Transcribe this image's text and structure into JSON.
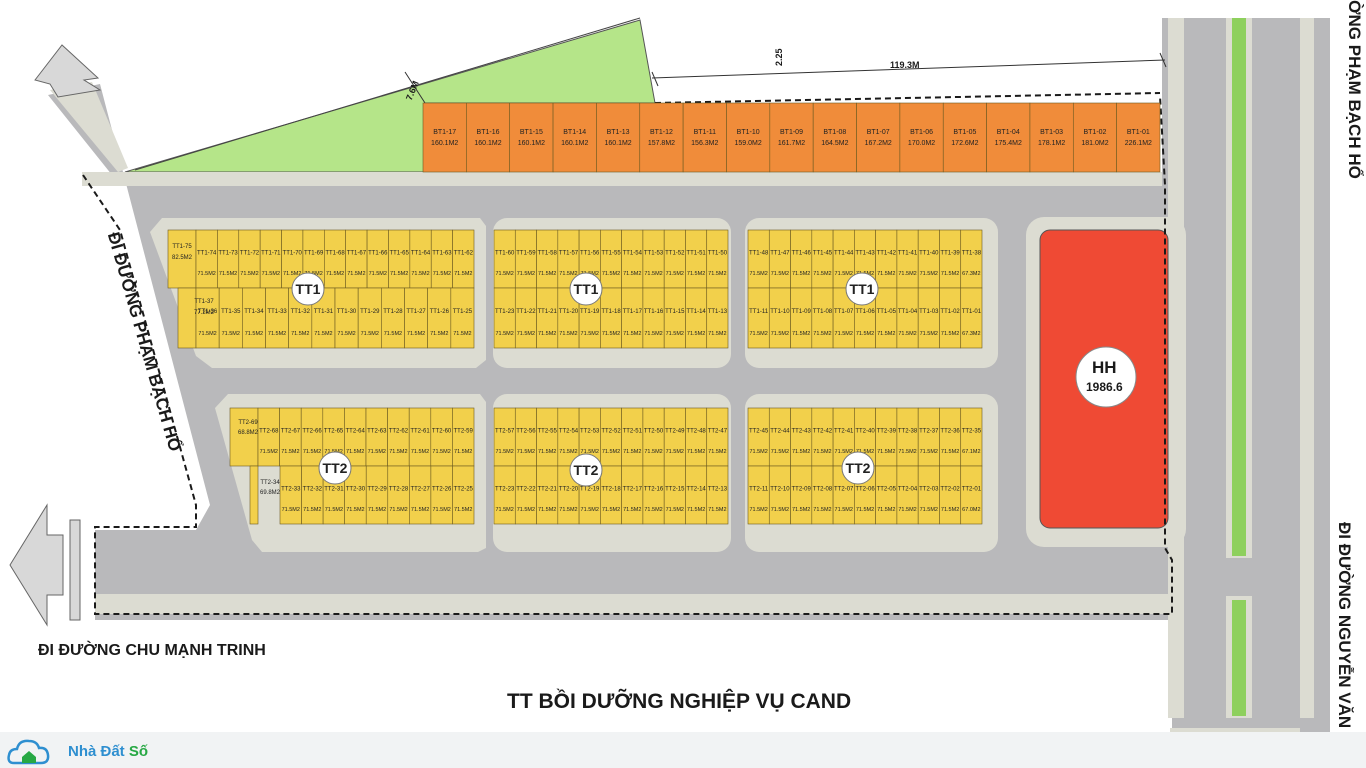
{
  "map": {
    "top_measure": "119.3M",
    "top_sub_measure": "2.25",
    "left_measure": "7.6M",
    "hh": {
      "code": "HH",
      "area": "1986.6"
    },
    "zone_labels": [
      "TT1",
      "TT1",
      "TT1",
      "TT2",
      "TT2",
      "TT2"
    ],
    "streets": {
      "top_right": "ỜNG PHẠM BẠCH HỔ",
      "left": "ĐI ĐƯỜNG PHẠM BẠCH HỔ",
      "bottom_left": "ĐI ĐƯỜNG CHU MẠNH TRINH",
      "right": "ĐI ĐƯỜNG NGUYỄN VĂN",
      "bottom": "TT BỒI DƯỠNG NGHIỆP VỤ CAND"
    },
    "bt1_lots": [
      {
        "id": "BT1-17",
        "area": "160.1M2"
      },
      {
        "id": "BT1-16",
        "area": "160.1M2"
      },
      {
        "id": "BT1-15",
        "area": "160.1M2"
      },
      {
        "id": "BT1-14",
        "area": "160.1M2"
      },
      {
        "id": "BT1-13",
        "area": "160.1M2"
      },
      {
        "id": "BT1-12",
        "area": "157.8M2"
      },
      {
        "id": "BT1-11",
        "area": "156.3M2"
      },
      {
        "id": "BT1-10",
        "area": "159.0M2"
      },
      {
        "id": "BT1-09",
        "area": "161.7M2"
      },
      {
        "id": "BT1-08",
        "area": "164.5M2"
      },
      {
        "id": "BT1-07",
        "area": "167.2M2"
      },
      {
        "id": "BT1-06",
        "area": "170.0M2"
      },
      {
        "id": "BT1-05",
        "area": "172.6M2"
      },
      {
        "id": "BT1-04",
        "area": "175.4M2"
      },
      {
        "id": "BT1-03",
        "area": "178.1M2"
      },
      {
        "id": "BT1-02",
        "area": "181.0M2"
      },
      {
        "id": "BT1-01",
        "area": "226.1M2"
      }
    ],
    "block1": {
      "corner_top": {
        "id": "TT1-75",
        "area": "82.5M2"
      },
      "corner_bottom": {
        "id": "TT1-37",
        "area": "77.2M2"
      },
      "top": [
        "TT1-74",
        "TT1-73",
        "TT1-72",
        "TT1-71",
        "TT1-70",
        "TT1-69",
        "TT1-68",
        "TT1-67",
        "TT1-66",
        "TT1-65",
        "TT1-64",
        "TT1-63",
        "TT1-62"
      ],
      "bottom": [
        "TT1-36",
        "TT1-35",
        "TT1-34",
        "TT1-33",
        "TT1-32",
        "TT1-31",
        "TT1-30",
        "TT1-29",
        "TT1-28",
        "TT1-27",
        "TT1-26",
        "TT1-25"
      ]
    },
    "block2": {
      "top": [
        "TT1-60",
        "TT1-59",
        "TT1-58",
        "TT1-57",
        "TT1-56",
        "TT1-55",
        "TT1-54",
        "TT1-53",
        "TT1-52",
        "TT1-51",
        "TT1-50"
      ],
      "bottom": [
        "TT1-23",
        "TT1-22",
        "TT1-21",
        "TT1-20",
        "TT1-19",
        "TT1-18",
        "TT1-17",
        "TT1-16",
        "TT1-15",
        "TT1-14",
        "TT1-13"
      ]
    },
    "block3": {
      "top": [
        "TT1-48",
        "TT1-47",
        "TT1-46",
        "TT1-45",
        "TT1-44",
        "TT1-43",
        "TT1-42",
        "TT1-41",
        "TT1-40",
        "TT1-39",
        "TT1-38"
      ],
      "top_last_area": "67.3M2",
      "bottom": [
        "TT1-11",
        "TT1-10",
        "TT1-09",
        "TT1-08",
        "TT1-07",
        "TT1-06",
        "TT1-05",
        "TT1-04",
        "TT1-03",
        "TT1-02",
        "TT1-01"
      ],
      "bottom_last_area": "67.3M2"
    },
    "block4": {
      "corner_top": {
        "id": "TT2-69",
        "area": "68.8M2"
      },
      "corner_bottom": {
        "id": "TT2-34",
        "area": "69.8M2"
      },
      "top": [
        "TT2-68",
        "TT2-67",
        "TT2-66",
        "TT2-65",
        "TT2-64",
        "TT2-63",
        "TT2-62",
        "TT2-61",
        "TT2-60",
        "TT2-59"
      ],
      "bottom": [
        "TT2-33",
        "TT2-32",
        "TT2-31",
        "TT2-30",
        "TT2-29",
        "TT2-28",
        "TT2-27",
        "TT2-26",
        "TT2-25"
      ]
    },
    "block5": {
      "top": [
        "TT2-57",
        "TT2-56",
        "TT2-55",
        "TT2-54",
        "TT2-53",
        "TT2-52",
        "TT2-51",
        "TT2-50",
        "TT2-49",
        "TT2-48",
        "TT2-47"
      ],
      "bottom": [
        "TT2-23",
        "TT2-22",
        "TT2-21",
        "TT2-20",
        "TT2-19",
        "TT2-18",
        "TT2-17",
        "TT2-16",
        "TT2-15",
        "TT2-14",
        "TT2-13"
      ]
    },
    "block6": {
      "top": [
        "TT2-45",
        "TT2-44",
        "TT2-43",
        "TT2-42",
        "TT2-41",
        "TT2-40",
        "TT2-39",
        "TT2-38",
        "TT2-37",
        "TT2-36",
        "TT2-35"
      ],
      "top_last_area": "67.1M2",
      "bottom": [
        "TT2-11",
        "TT2-10",
        "TT2-09",
        "TT2-08",
        "TT2-07",
        "TT2-06",
        "TT2-05",
        "TT2-04",
        "TT2-03",
        "TT2-02",
        "TT2-01"
      ],
      "bottom_last_area": "67.0M2"
    },
    "standard_area": "71.5M2"
  },
  "logo": {
    "name_part1": "Nhà Đất ",
    "name_part2": "Số"
  },
  "colors": {
    "road": "#b9b9bb",
    "sidewalk": "#dcdcd2",
    "yellow": "#f2d04b",
    "orange": "#f08c3a",
    "green": "#b5e589",
    "red": "#ef4a34",
    "median": "#8ed05d"
  }
}
